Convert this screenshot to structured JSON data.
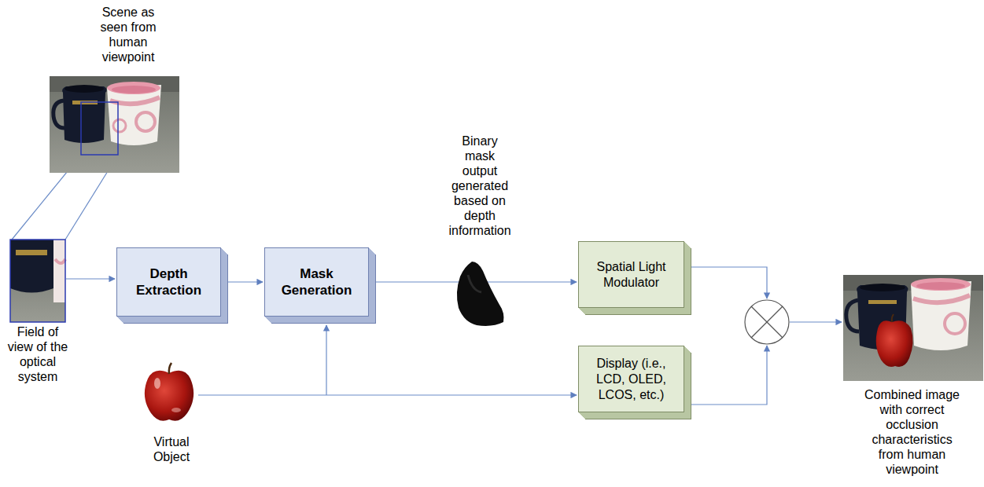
{
  "diagram": {
    "nodes": [
      {
        "text": [
          "Depth Extraction"
        ]
      },
      {
        "text": [
          "Mask Generation"
        ]
      },
      {
        "text": [
          "Spatial Light Modulator"
        ]
      },
      {
        "text": [
          "Display (i.e., LCD, OLED, LCOS, etc.)"
        ]
      }
    ],
    "edges": [
      {
        "from": 0,
        "to": 1,
        "arrow": "to"
      },
      {
        "from": 1,
        "to": 2,
        "arrow": "to"
      }
    ],
    "labels": [
      "Scene as seen from human viewpoint",
      "Field of view of the optical system",
      "Binary mask output generated based on depth information",
      "Virtual Object",
      "Combined image with correct occlusion characteristics from human viewpoint"
    ]
  }
}
